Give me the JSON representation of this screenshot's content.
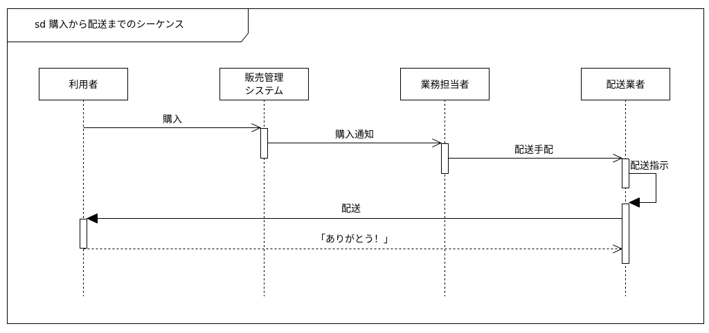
{
  "frame": {
    "title": "sd 購入から配送までのシーケンス"
  },
  "lifelines": [
    {
      "id": "user",
      "lines": [
        "利用者"
      ]
    },
    {
      "id": "sales",
      "lines": [
        "販売管理",
        "システム"
      ]
    },
    {
      "id": "staff",
      "lines": [
        "業務担当者"
      ]
    },
    {
      "id": "carrier",
      "lines": [
        "配送業者"
      ]
    }
  ],
  "messages": [
    {
      "id": "purchase",
      "from": "user",
      "to": "sales",
      "label": "購入",
      "style": "open-arrow"
    },
    {
      "id": "purchase-notice",
      "from": "sales",
      "to": "staff",
      "label": "購入通知",
      "style": "open-arrow"
    },
    {
      "id": "delivery-arrange",
      "from": "staff",
      "to": "carrier",
      "label": "配送手配",
      "style": "open-arrow"
    },
    {
      "id": "delivery-instruction",
      "from": "carrier",
      "to": "carrier",
      "label": "配送指示",
      "style": "filled-arrow-self"
    },
    {
      "id": "delivery",
      "from": "carrier",
      "to": "user",
      "label": "配送",
      "style": "filled-arrow"
    },
    {
      "id": "thanks",
      "from": "user",
      "to": "carrier",
      "label": "「ありがとう！」",
      "style": "dashed-open-arrow"
    }
  ]
}
